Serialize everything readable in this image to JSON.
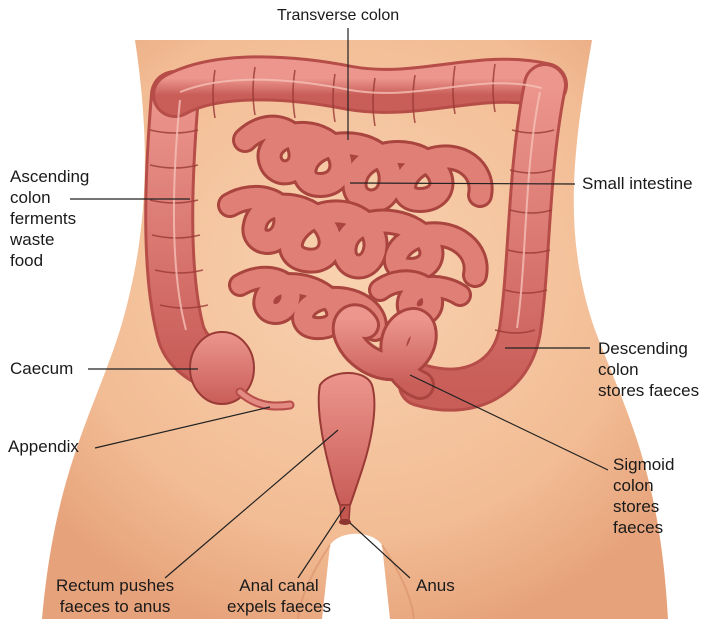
{
  "labels": {
    "transverse_colon": "Transverse colon",
    "ascending_colon": [
      "Ascending",
      "colon",
      "ferments",
      "waste",
      "food"
    ],
    "small_intestine": "Small intestine",
    "caecum": "Caecum",
    "descending_colon": [
      "Descending",
      "colon",
      "stores faeces"
    ],
    "appendix": "Appendix",
    "sigmoid_colon": [
      "Sigmoid",
      "colon",
      "stores",
      "faeces"
    ],
    "rectum": [
      "Rectum pushes",
      "faeces to anus"
    ],
    "anal_canal": [
      "Anal canal",
      "expels faeces"
    ],
    "anus": "Anus"
  },
  "colors": {
    "skin": "#f3c29c",
    "skin_shade": "#e6a47c",
    "intestine": "#d9726c",
    "intestine_dark": "#a9443f",
    "intestine_light": "#ee9a90",
    "leader_line": "#222222"
  }
}
